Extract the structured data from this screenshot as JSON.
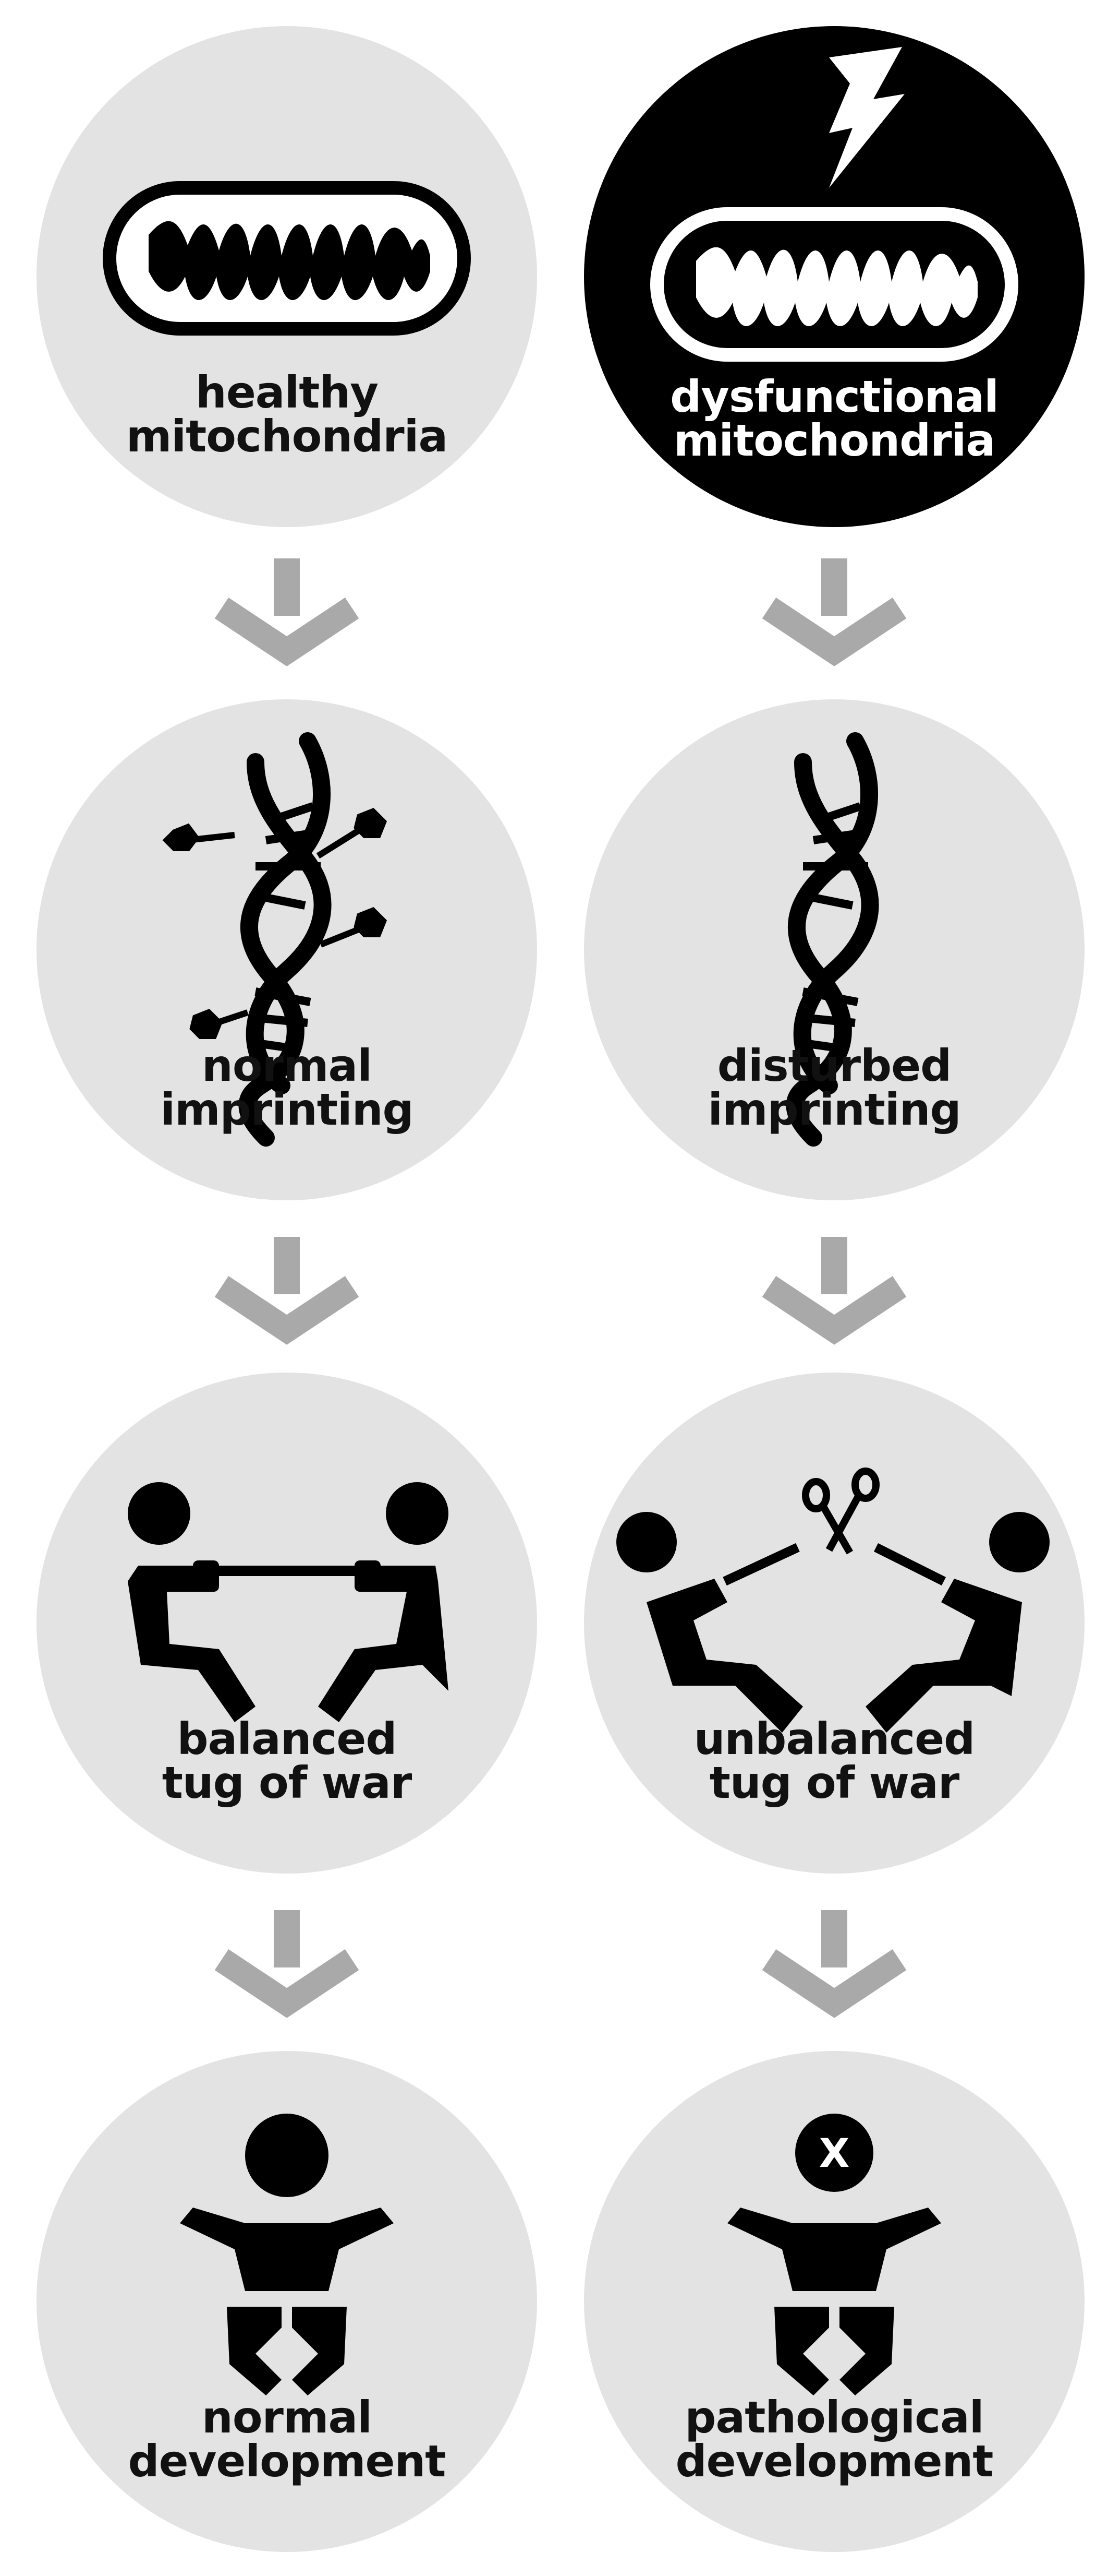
{
  "colors": {
    "circle_fill": "#e3e3e3",
    "circle_dark": "#000000",
    "arrow": "#a9a9a9",
    "icon": "#000000",
    "text": "#111111"
  },
  "columns": [
    {
      "steps": [
        {
          "line1": "healthy",
          "line2": "mitochondria",
          "icon": "mitochondrion-icon"
        },
        {
          "line1": "normal",
          "line2": "imprinting",
          "icon": "dna-methylated-icon"
        },
        {
          "line1": "balanced",
          "line2": "tug of war",
          "icon": "tug-of-war-icon"
        },
        {
          "line1": "normal",
          "line2": "development",
          "icon": "baby-icon"
        }
      ]
    },
    {
      "steps": [
        {
          "line1": "dysfunctional",
          "line2": "mitochondria",
          "icon": "damaged-mitochondrion-icon"
        },
        {
          "line1": "disturbed",
          "line2": "imprinting",
          "icon": "dna-icon"
        },
        {
          "line1": "unbalanced",
          "line2": "tug of war",
          "icon": "cut-rope-tug-of-war-icon"
        },
        {
          "line1": "pathological",
          "line2": "development",
          "icon": "affected-baby-icon",
          "mark": "X"
        }
      ]
    }
  ]
}
